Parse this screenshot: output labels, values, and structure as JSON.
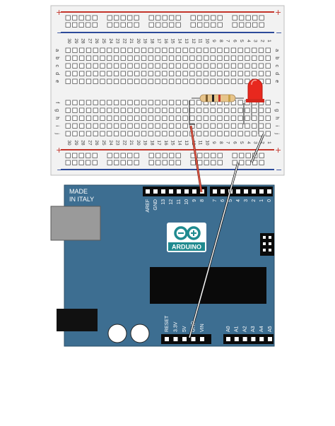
{
  "breadboard": {
    "column_labels": [
      "30",
      "29",
      "28",
      "27",
      "26",
      "25",
      "24",
      "23",
      "22",
      "21",
      "20",
      "19",
      "18",
      "17",
      "16",
      "15",
      "14",
      "13",
      "12",
      "11",
      "10",
      "9",
      "8",
      "7",
      "6",
      "5",
      "4",
      "3",
      "2",
      "1"
    ],
    "rows_top": [
      "a",
      "b",
      "c",
      "d",
      "e"
    ],
    "rows_bottom": [
      "f",
      "g",
      "h",
      "i",
      "j"
    ],
    "rail_plus": "+",
    "rail_minus": "−"
  },
  "board": {
    "made_in": "MADE\nIN ITALY",
    "logo_text": "ARDUINO",
    "digital_header_left": [
      "AREF",
      "GND",
      "13",
      "12",
      "11",
      "10",
      "9",
      "8"
    ],
    "digital_header_right": [
      "7",
      "6",
      "5",
      "4",
      "3",
      "2",
      "1",
      "0"
    ],
    "power_header": [
      "RESET",
      "3.3V",
      "5V",
      "GND",
      "VIN"
    ],
    "analog_header": [
      "A0",
      "A1",
      "A2",
      "A3",
      "A4",
      "A5"
    ],
    "colors": {
      "board": "#3d6e91",
      "logo": "#1f8a8f",
      "led": "#e8281e",
      "wire_signal": "#e65c4a",
      "rail_red": "#c4342a",
      "rail_blue": "#2c4a9a"
    }
  }
}
